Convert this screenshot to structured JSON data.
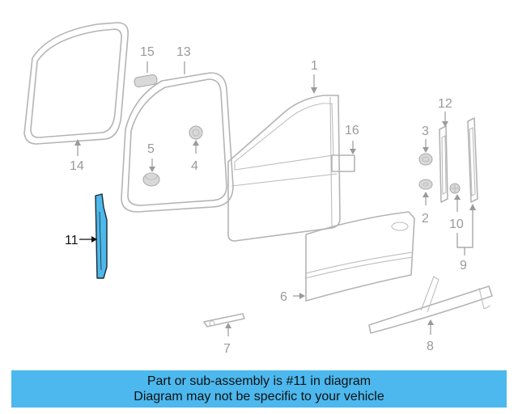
{
  "diagram": {
    "highlight_color": "#4db8ea",
    "callouts": {
      "c1": "1",
      "c2": "2",
      "c3": "3",
      "c4": "4",
      "c5": "5",
      "c6": "6",
      "c7": "7",
      "c8": "8",
      "c9": "9",
      "c10": "10",
      "c11": "11",
      "c12": "12",
      "c13": "13",
      "c14": "14",
      "c15": "15",
      "c16": "16"
    },
    "highlighted_part": "11"
  },
  "banner": {
    "background": "#4cb8ee",
    "line1": "Part or sub-assembly is #11 in diagram",
    "line2": "Diagram may not be specific to your vehicle"
  }
}
